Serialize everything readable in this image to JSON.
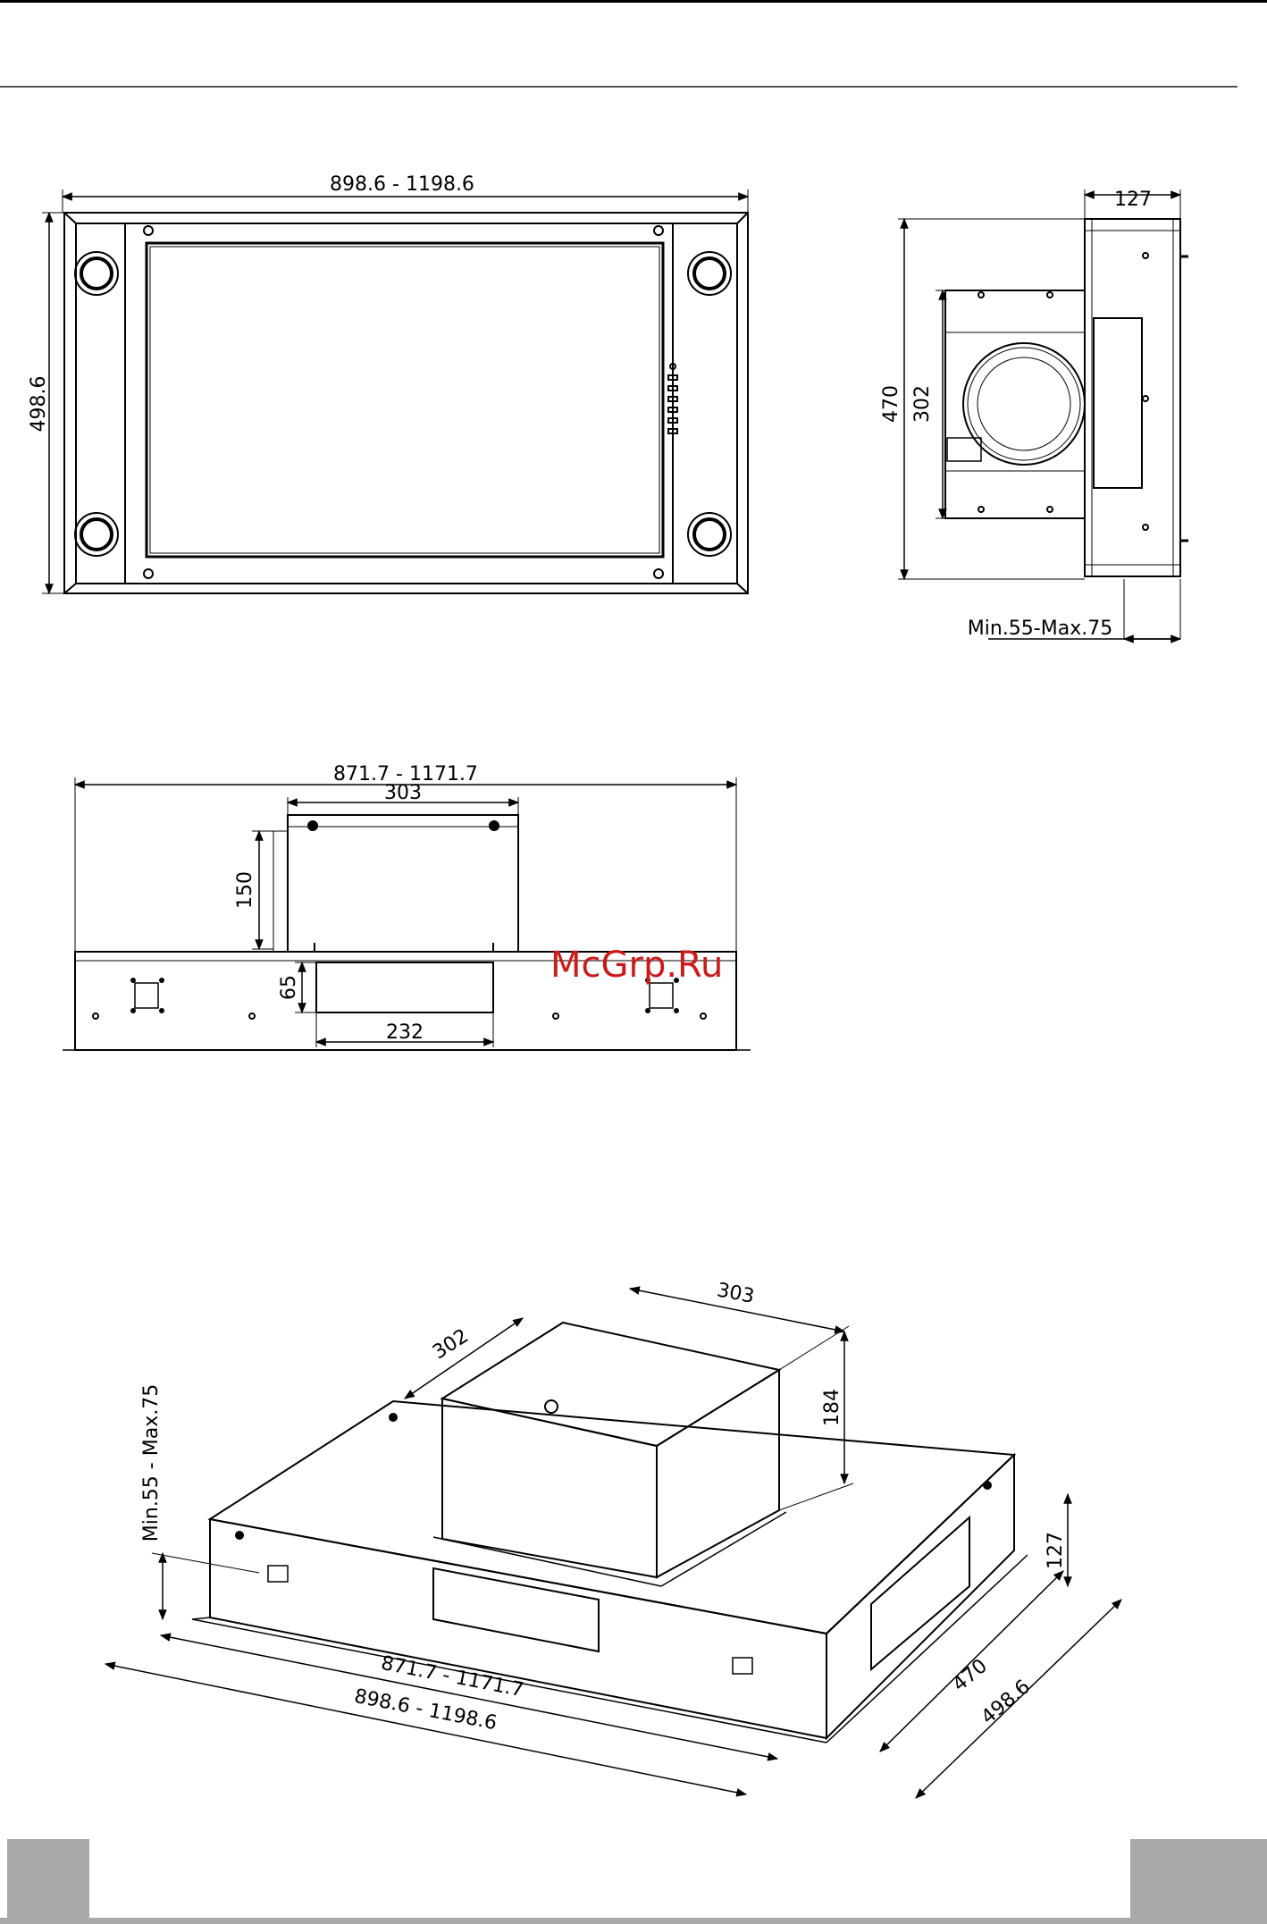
{
  "diagram": {
    "front_view": {
      "width_label": "898.6  -  1198.6",
      "height_label": "498.6"
    },
    "side_view": {
      "depth_label": "127",
      "height_outer_label": "470",
      "height_inner_label": "302",
      "offset_label": "Min.55-Max.75"
    },
    "elevation_view": {
      "width_label": "871.7  -  1171.7",
      "motor_width_label": "303",
      "motor_height_label": "150",
      "outlet_height_label": "65",
      "outlet_width_label": "232"
    },
    "isometric_view": {
      "motor_width_label": "303",
      "motor_depth_label": "302",
      "motor_height_label": "184",
      "offset_label": "Min.55  -  Max.75",
      "body_height_label": "127",
      "inner_width_label": "871.7  -  1171.7",
      "outer_width_label": "898.6  -  1198.6",
      "inner_depth_label": "470",
      "outer_depth_label": "498.6"
    }
  },
  "watermark": "McGrp.Ru",
  "colors": {
    "watermark": "#cc1a1a",
    "footer": "#a9a9a9"
  }
}
